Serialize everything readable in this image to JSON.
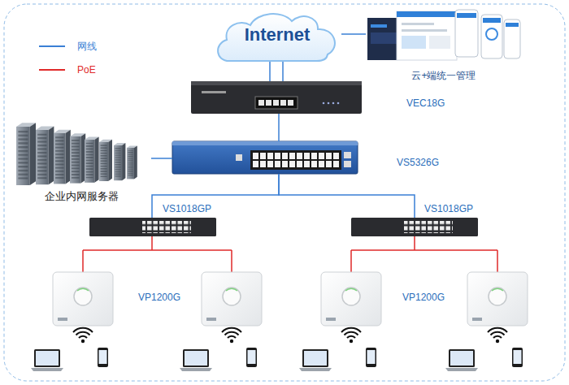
{
  "diagram": {
    "nodes": [
      {
        "text": [
          "Internet"
        ]
      },
      {
        "text": [
          "云+端统一管理"
        ]
      },
      {
        "text": [
          "VEC18G"
        ]
      },
      {
        "text": [
          "企业内网服务器"
        ]
      },
      {
        "text": [
          "VS5326G"
        ]
      },
      {
        "text": [
          "VS1018GP"
        ]
      },
      {
        "text": [
          "VS1018GP"
        ]
      }
    ],
    "edges": [
      {
        "from": 0,
        "to": 1,
        "arrow": "none"
      },
      {
        "from": 0,
        "to": 2,
        "arrow": "none"
      },
      {
        "from": 2,
        "to": 4,
        "arrow": "none"
      },
      {
        "from": 3,
        "to": 4,
        "arrow": "none"
      },
      {
        "from": 4,
        "to": 5,
        "arrow": "none"
      },
      {
        "from": 4,
        "to": 6,
        "arrow": "none"
      }
    ],
    "labels": [
      "VP1200G",
      "VP1200G"
    ],
    "legend": [
      {
        "text": "网线"
      },
      {
        "text": "PoE"
      }
    ]
  }
}
